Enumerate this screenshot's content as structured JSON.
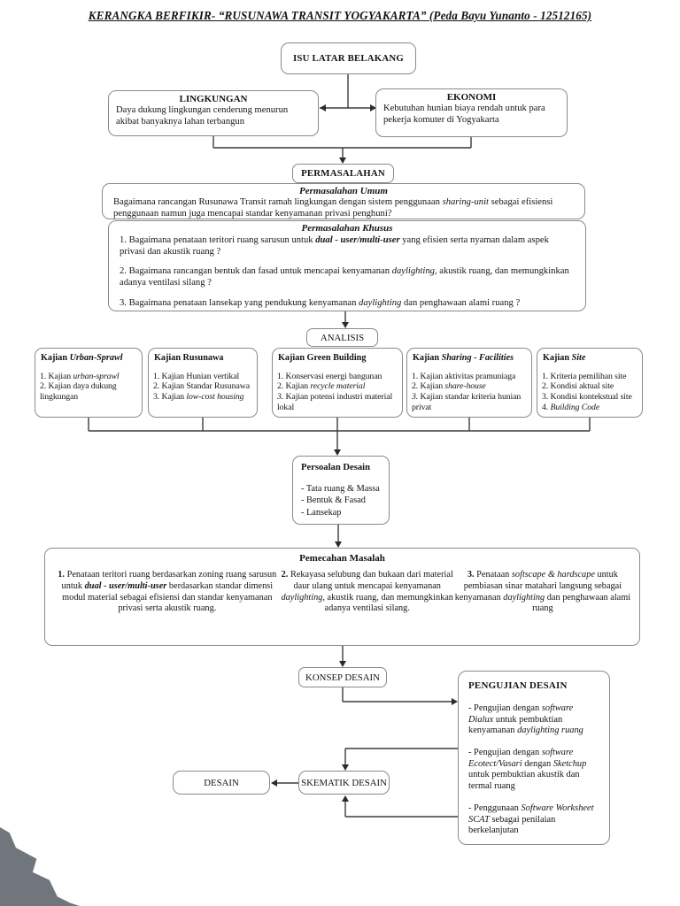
{
  "title": "KERANGKA BERFIKIR- “RUSUNAWA TRANSIT YOGYAKARTA” (Peda Bayu Yunanto - 12512165)",
  "flow": {
    "isu": "ISU LATAR BELAKANG",
    "lingkungan": {
      "title": "LINGKUNGAN",
      "body": "Daya dukung lingkungan cenderung menurun akibat banyaknya lahan terbangun"
    },
    "ekonomi": {
      "title": "EKONOMI",
      "body": "Kebutuhan hunian biaya rendah untuk para pekerja komuter di Yogyakarta"
    },
    "permasalahan": "PERMASALAHAN",
    "permasalahan_umum": {
      "title": "Permasalahan Umum",
      "body": [
        {
          "t": "Bagaimana rancangan Rusunawa Transit ramah lingkungan dengan sistem penggunaan "
        },
        {
          "t": "sharing-unit",
          "i": true
        },
        {
          "t": " sebagai efisiensi penggunaan namun juga mencapai standar kenyamanan privasi penghuni?"
        }
      ]
    },
    "permasalahan_khusus": {
      "title": "Permasalahan Khusus",
      "items": [
        [
          {
            "t": "1. Bagaimana penataan teritori ruang sarusun untuk "
          },
          {
            "t": "dual - user/multi-user",
            "b": true,
            "i": true
          },
          {
            "t": " yang efisien serta nyaman dalam aspek privasi dan akustik ruang ?"
          }
        ],
        [
          {
            "t": "2. Bagaimana rancangan bentuk dan fasad untuk mencapai kenyamanan "
          },
          {
            "t": "daylighting,",
            "i": true
          },
          {
            "t": " akustik ruang, dan memungkinkan adanya ventilasi silang ?"
          }
        ],
        [
          {
            "t": "3. Bagaimana penataan lansekap yang pendukung kenyamanan "
          },
          {
            "t": "daylighting",
            "i": true
          },
          {
            "t": " dan penghawaan alami ruang ?"
          }
        ]
      ]
    },
    "analisis": "ANALISIS",
    "kajian": [
      {
        "title": [
          {
            "t": "Kajian ",
            "b": true
          },
          {
            "t": "Urban-Sprawl",
            "b": true,
            "i": true
          }
        ],
        "items": [
          [
            {
              "t": "1. Kajian "
            },
            {
              "t": "urban-sprawl",
              "i": true
            }
          ],
          [
            {
              "t": "2. Kajian daya dukung lingkungan"
            }
          ]
        ]
      },
      {
        "title": [
          {
            "t": "Kajian Rusunawa",
            "b": true
          }
        ],
        "items": [
          [
            {
              "t": "1. Kajian Hunian vertikal"
            }
          ],
          [
            {
              "t": "2. Kajian Standar Rusunawa"
            }
          ],
          [
            {
              "t": "3. Kajian "
            },
            {
              "t": "low-cost housing",
              "i": true
            }
          ]
        ]
      },
      {
        "title": [
          {
            "t": "Kajian Green Building",
            "b": true
          }
        ],
        "items": [
          [
            {
              "t": "1. Konservasi energi bangunan"
            }
          ],
          [
            {
              "t": "2. Kajian "
            },
            {
              "t": "recycle material",
              "i": true
            }
          ],
          [
            {
              "t": "3.",
              "i": true
            },
            {
              "t": " Kajian potensi industri material lokal"
            }
          ]
        ]
      },
      {
        "title": [
          {
            "t": "Kajian ",
            "b": true
          },
          {
            "t": "Sharing - Facilities",
            "b": true,
            "i": true
          }
        ],
        "items": [
          [
            {
              "t": "1. Kajian aktivitas pramuniaga"
            }
          ],
          [
            {
              "t": "2. Kajian "
            },
            {
              "t": "share-house",
              "i": true
            }
          ],
          [
            {
              "t": "3.",
              "i": true
            },
            {
              "t": " Kajian standar kriteria hunian privat"
            }
          ]
        ]
      },
      {
        "title": [
          {
            "t": "Kajian ",
            "b": true
          },
          {
            "t": "Site",
            "b": true,
            "i": true
          }
        ],
        "items": [
          [
            {
              "t": "1. Kriteria pemilihan site"
            }
          ],
          [
            {
              "t": "2. Kondisi aktual site"
            }
          ],
          [
            {
              "t": "3. Kondisi kontekstual site"
            }
          ],
          [
            {
              "t": "4. "
            },
            {
              "t": "Building Code",
              "i": true
            }
          ]
        ]
      }
    ],
    "persoalan": {
      "title": "Persoalan Desain",
      "items": [
        "- Tata ruang & Massa",
        "- Bentuk & Fasad",
        "- Lansekap"
      ]
    },
    "pemecahan": {
      "title": "Pemecahan Masalah",
      "cols": [
        [
          {
            "t": "1.",
            "b": true
          },
          {
            "t": " Penataan teritori ruang berdasarkan zoning ruang sarusun untuk "
          },
          {
            "t": "dual - user/multi-user",
            "b": true,
            "i": true
          },
          {
            "t": " berdasarkan standar dimensi modul material sebagai efisiensi dan standar kenyamanan privasi serta akustik ruang."
          }
        ],
        [
          {
            "t": "2.",
            "b": true
          },
          {
            "t": " Rekayasa selubung dan bukaan dari material daur ulang untuk mencapai kenyamanan "
          },
          {
            "t": "daylighting,",
            "i": true
          },
          {
            "t": " akustik ruang, dan memungkinkan adanya ventilasi silang."
          }
        ],
        [
          {
            "t": "3.",
            "b": true
          },
          {
            "t": " Penataan "
          },
          {
            "t": "softscape & hardscape",
            "i": true
          },
          {
            "t": " untuk pembiasan sinar matahari langsung sebagai kenyamanan "
          },
          {
            "t": "daylighting",
            "i": true
          },
          {
            "t": " dan penghawaan alami ruang"
          }
        ]
      ]
    },
    "konsep": "KONSEP DESAIN",
    "pengujian": {
      "title": "PENGUJIAN DESAIN",
      "items": [
        [
          {
            "t": "- Pengujian dengan "
          },
          {
            "t": "software Dialux",
            "i": true
          },
          {
            "t": " untuk pembuktian kenyamanan "
          },
          {
            "t": "daylighting ruang",
            "i": true
          }
        ],
        [
          {
            "t": "- Pengujian dengan "
          },
          {
            "t": "software Ecotect/Vasari",
            "i": true
          },
          {
            "t": " dengan "
          },
          {
            "t": "Sketchup",
            "i": true
          },
          {
            "t": " untuk pembuktian akustik dan termal ruang"
          }
        ],
        [
          {
            "t": "- Penggunaan "
          },
          {
            "t": "Software Worksheet SCAT",
            "i": true
          },
          {
            "t": " sebagai penilaian berkelanjutan"
          }
        ]
      ]
    },
    "skematik": "SKEMATIK DESAIN",
    "desain": "DESAIN"
  }
}
